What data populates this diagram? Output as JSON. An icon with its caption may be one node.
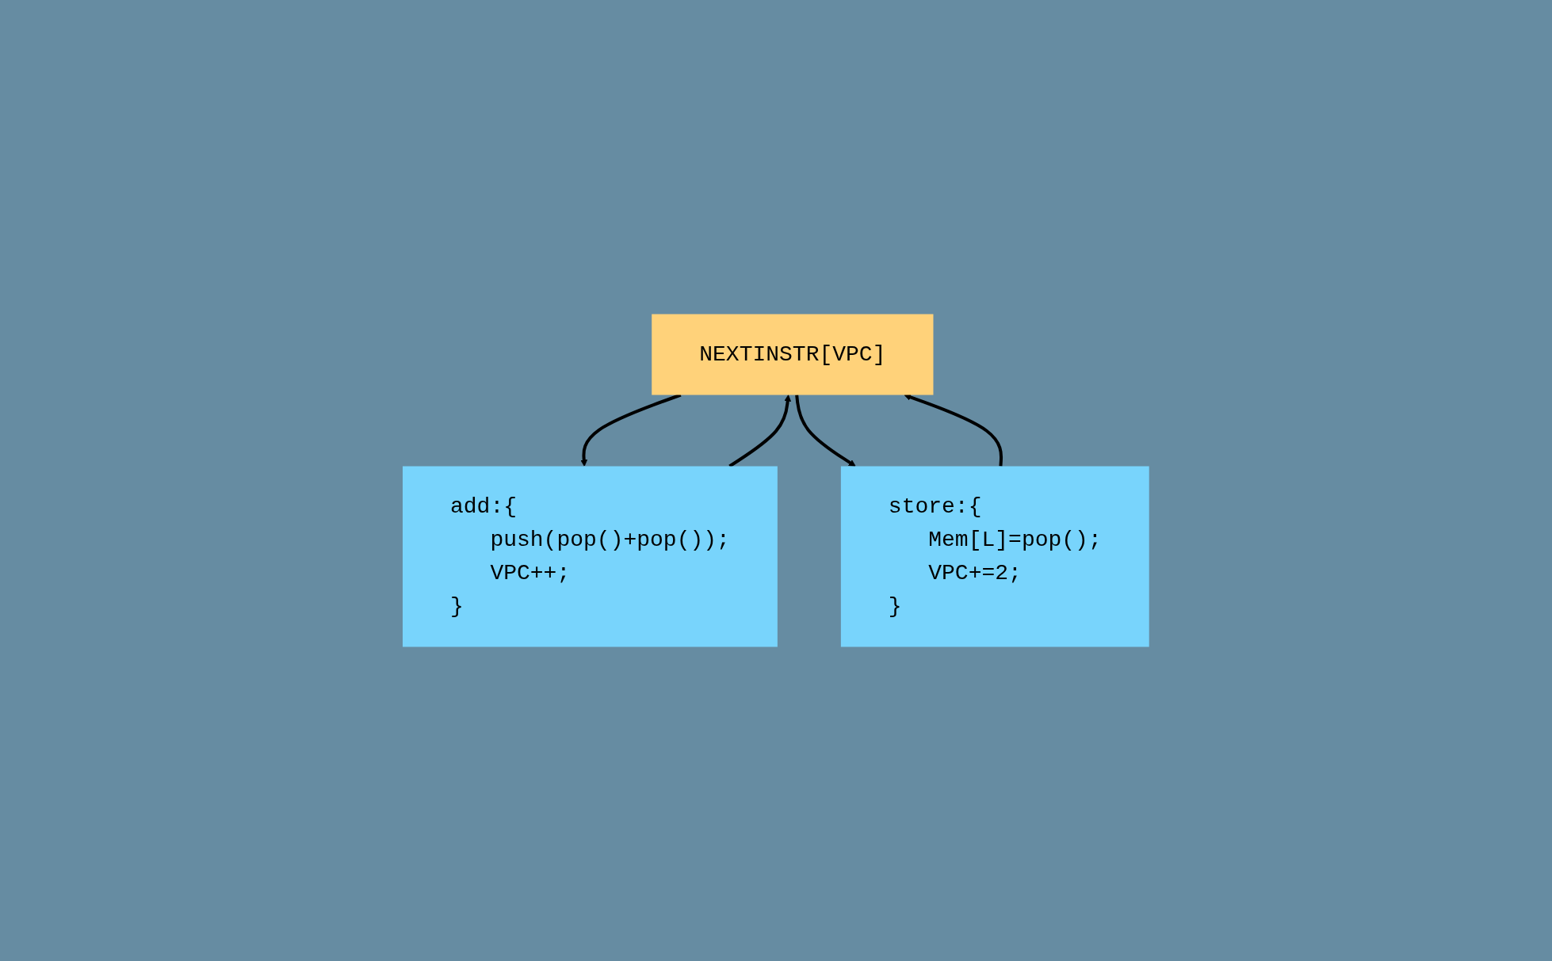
{
  "diagram": {
    "nodes": [
      {
        "text": [
          "NEXTINSTR[VPC]"
        ]
      },
      {
        "text": [
          "add:{",
          "push(pop()+pop());",
          "VPC++;",
          "}"
        ]
      },
      {
        "text": [
          "store:{",
          "Mem[L]=pop();",
          "VPC+=2;",
          "}"
        ]
      }
    ],
    "edges": [
      {
        "from": 0,
        "to": 1,
        "arrow": "to"
      },
      {
        "from": 0,
        "to": 2,
        "arrow": "to"
      },
      {
        "from": 1,
        "to": 0,
        "arrow": "to"
      },
      {
        "from": 2,
        "to": 0,
        "arrow": "to"
      }
    ]
  }
}
